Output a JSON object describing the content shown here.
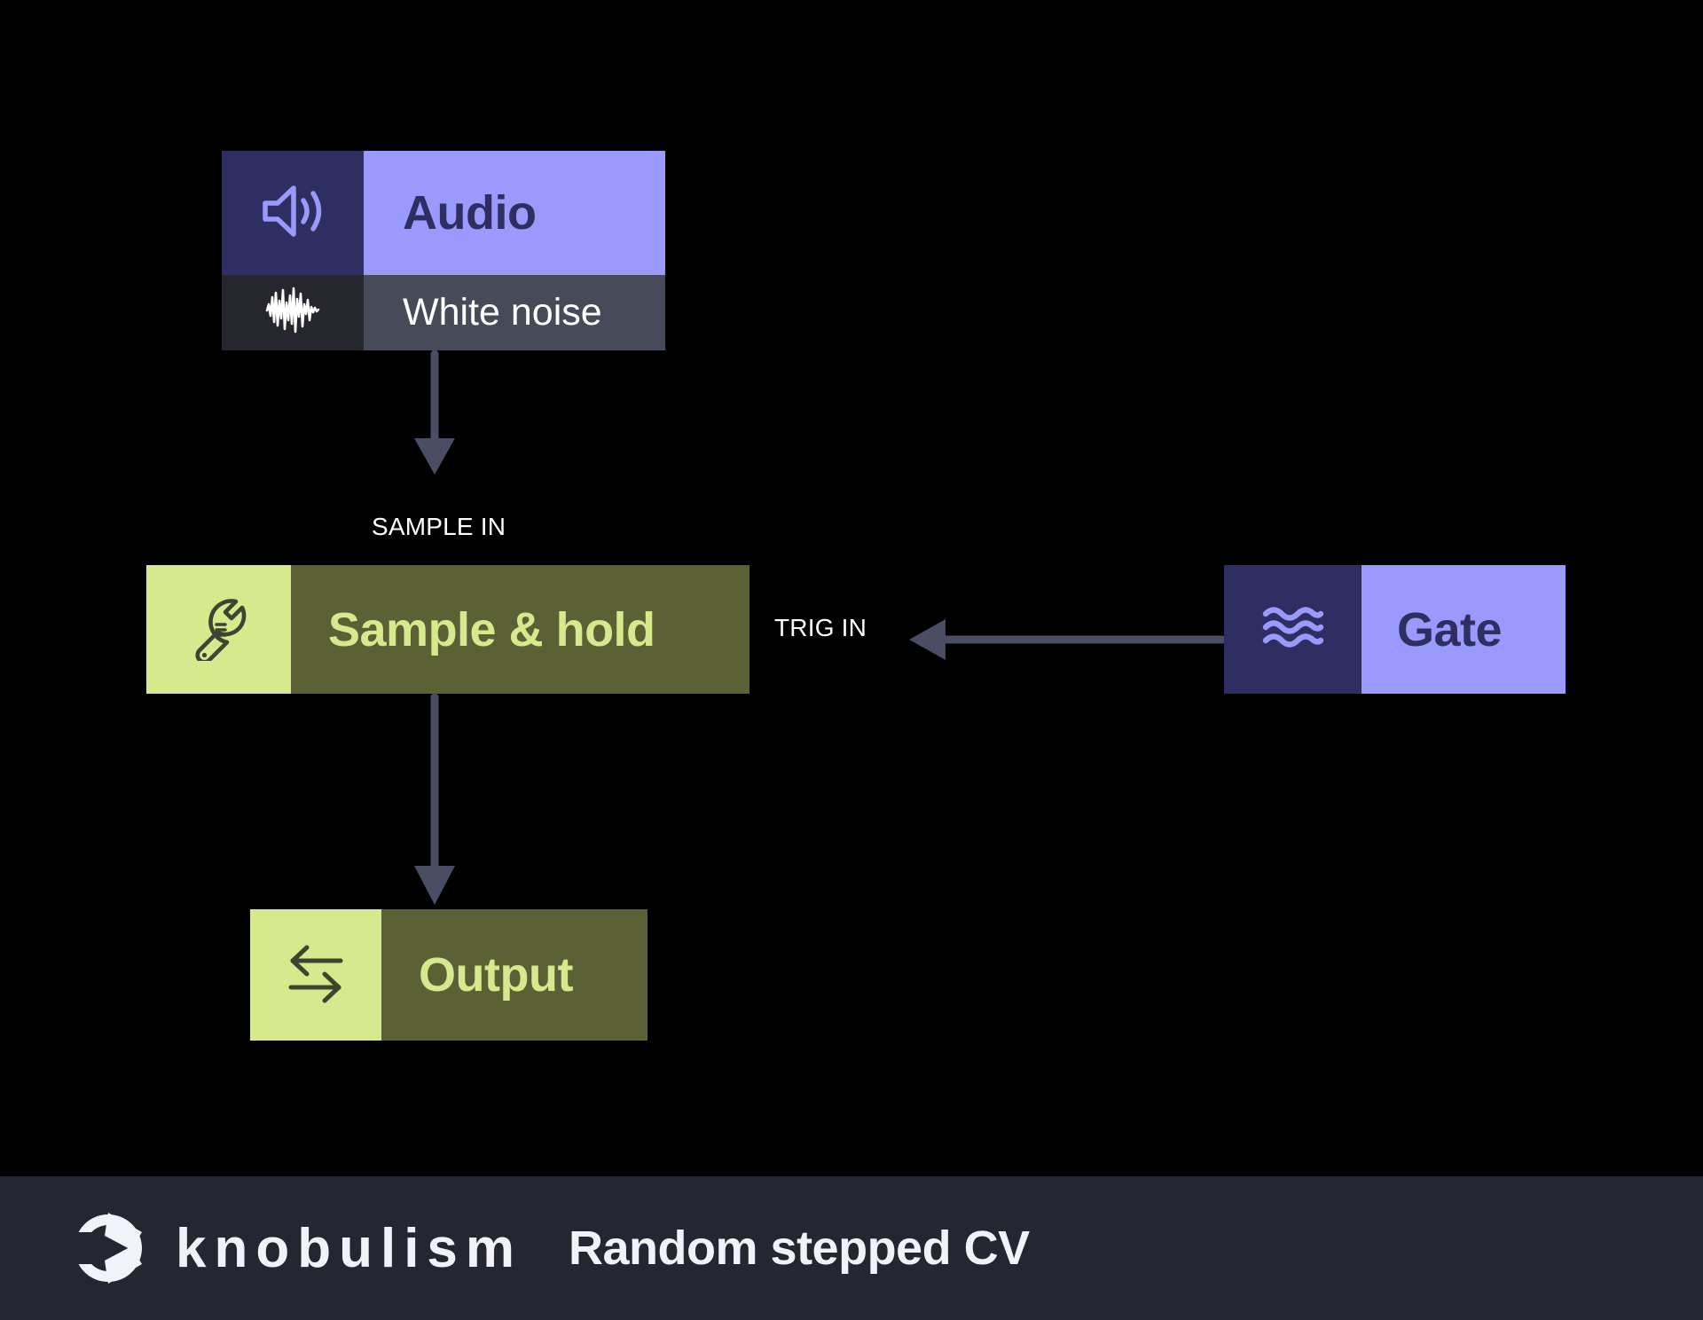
{
  "diagram": {
    "title": "Random stepped CV",
    "background_color": "#000000",
    "nodes": [
      {
        "id": "audio",
        "label": "Audio",
        "icon": "speaker-icon",
        "kind": "source",
        "icon_bg": "#2e2e63",
        "body_bg": "#9a9afc",
        "text_color": "#2e2e63"
      },
      {
        "id": "white-noise",
        "label": "White noise",
        "icon": "waveform-noise-icon",
        "kind": "source-detail",
        "icon_bg": "#26262e",
        "body_bg": "#474a59",
        "text_color": "#ffffff"
      },
      {
        "id": "sample-and-hold",
        "label": "Sample & hold",
        "icon": "wrench-icon",
        "kind": "module",
        "icon_bg": "#d7e98d",
        "body_bg": "#5b6135",
        "text_color": "#d7e98d"
      },
      {
        "id": "gate",
        "label": "Gate",
        "icon": "waves-icon",
        "kind": "source",
        "icon_bg": "#2e2e63",
        "body_bg": "#9a9afc",
        "text_color": "#2e2e63"
      },
      {
        "id": "output",
        "label": "Output",
        "icon": "transfer-arrows-icon",
        "kind": "module",
        "icon_bg": "#d7e98d",
        "body_bg": "#5b6135",
        "text_color": "#d7e98d"
      }
    ],
    "connections": [
      {
        "id": "audio-to-sample-in",
        "from": "white-noise",
        "to": "sample-and-hold",
        "label": "SAMPLE IN",
        "direction": "down",
        "color": "#4a4d63"
      },
      {
        "id": "gate-to-trig-in",
        "from": "gate",
        "to": "sample-and-hold",
        "label": "TRIG IN",
        "direction": "left",
        "color": "#4a4d63"
      },
      {
        "id": "sample-hold-to-output",
        "from": "sample-and-hold",
        "to": "output",
        "label": "",
        "direction": "down",
        "color": "#4a4d63"
      }
    ]
  },
  "footer": {
    "brand": "knobulism",
    "logo_icon": "knob-logo-icon",
    "title": "Random stepped CV",
    "background_color": "#262633",
    "text_color": "#f2f3f9"
  }
}
